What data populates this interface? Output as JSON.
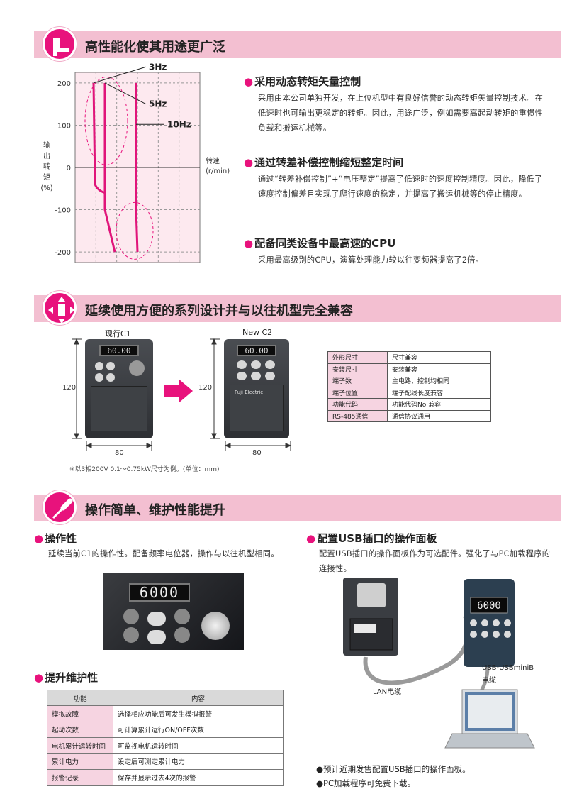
{
  "section1": {
    "title": "高性能化使其用途更广泛",
    "chart_data": {
      "type": "line",
      "title": "",
      "xlabel": "转速 (r/min)",
      "ylabel": "输出转矩 (%)",
      "y_ticks": [
        "200",
        "100",
        "0",
        "-100",
        "-200"
      ],
      "ylim": [
        -225,
        225
      ],
      "series": [
        {
          "name": "3Hz"
        },
        {
          "name": "5Hz"
        },
        {
          "name": "10Hz"
        }
      ],
      "xlabel_line1": "转速",
      "xlabel_line2": "(r/min)",
      "ylabel_chars": [
        "输",
        "出",
        "转",
        "矩",
        "(%)"
      ]
    },
    "items": [
      {
        "heading": "采用动态转矩矢量控制",
        "text": "采用由本公司单独开发，在上位机型中有良好信誉的动态转矩矢量控制技术。在低速时也可输出更稳定的转矩。因此，用途广泛，例如需要高起动转矩的重惯性负载和搬运机械等。"
      },
      {
        "heading": "通过转差补偿控制缩短整定时间",
        "text": "通过“转差补偿控制”+“电压整定”提高了低速时的速度控制精度。因此，降低了速度控制偏差且实现了爬行速度的稳定，并提高了搬运机械等的停止精度。"
      },
      {
        "heading": "配备同类设备中最高速的CPU",
        "text": "采用最高级别的CPU，演算处理能力较以往变频器提高了2倍。"
      }
    ]
  },
  "section2": {
    "title": "延续使用方便的系列设计并与以往机型完全兼容",
    "left_caption": "现行C1",
    "right_caption": "New C2",
    "height_dim": "120",
    "width_dim": "80",
    "display_text": "60.00",
    "brand_text": "Fuji Electric",
    "note": "※以3相200V 0.1～0.75kW尺寸为例。(单位：mm)",
    "table": [
      {
        "k": "外形尺寸",
        "v": "尺寸兼容"
      },
      {
        "k": "安装尺寸",
        "v": "安装兼容"
      },
      {
        "k": "端子数",
        "v": "主电路、控制均相同"
      },
      {
        "k": "端子位置",
        "v": "端子配线长度兼容"
      },
      {
        "k": "功能代码",
        "v": "功能代码No.兼容"
      },
      {
        "k": "RS-485通信",
        "v": "通信协议通用"
      }
    ]
  },
  "section3": {
    "title": "操作简单、维护性能提升",
    "op_heading": "操作性",
    "op_text": "延续当前C1的操作性。配备频率电位器，操作与以往机型相同。",
    "panel_display": "6000",
    "maint_heading": "提升维护性",
    "maint_head": [
      "功能",
      "内容"
    ],
    "maint_rows": [
      {
        "k": "模拟故障",
        "v": "选择相应功能后可发生模拟报警"
      },
      {
        "k": "起动次数",
        "v": "可计算累计运行ON/OFF次数"
      },
      {
        "k": "电机累计运转时间",
        "v": "可监视电机运转时间"
      },
      {
        "k": "累计电力",
        "v": "设定后可测定累计电力"
      },
      {
        "k": "报警记录",
        "v": "保存并显示过去4次的报警"
      }
    ],
    "usb_heading": "配置USB插口的操作面板",
    "usb_text": "配置USB插口的操作面板作为可选配件。强化了与PC加载程序的连接性。",
    "lan_label": "LAN电缆",
    "usb_label_1": "USB-USBminiB",
    "usb_label_2": "电缆",
    "usb_display": "6000",
    "bullets": [
      "预计近期发售配置USB插口的操作面板。",
      "PC加载程序可免费下载。"
    ]
  }
}
